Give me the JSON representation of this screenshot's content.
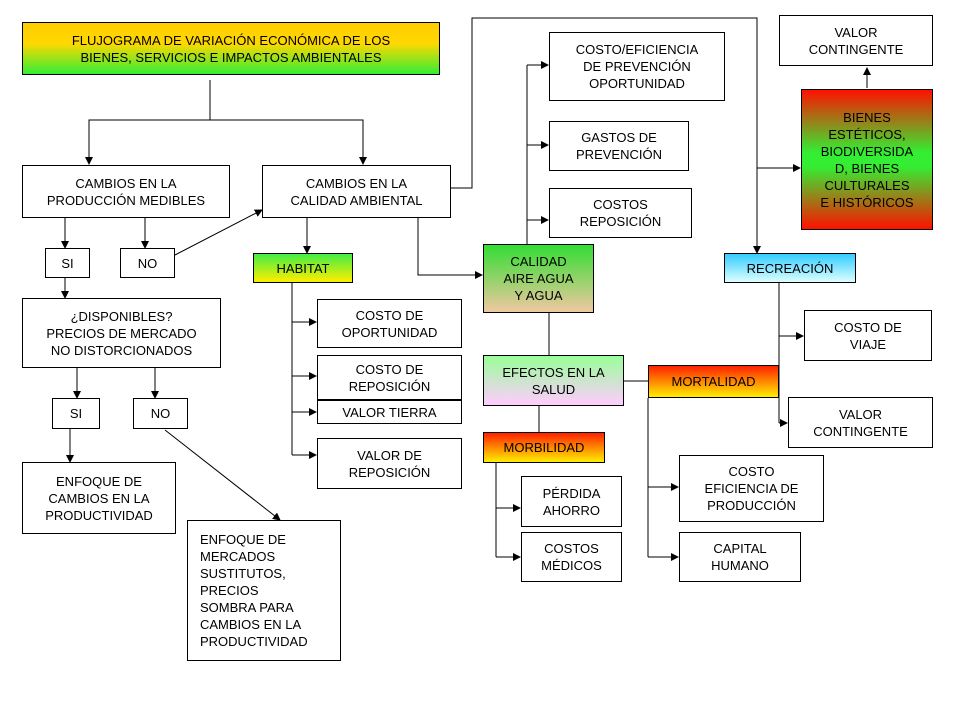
{
  "title": "FLUJOGRAMA DE VARIACIÓN ECONÓMICA DE LOS\nBIENES, SERVICIOS E IMPACTOS AMBIENTALES",
  "left": {
    "produccion": "CAMBIOS EN LA\nPRODUCCIÓN MEDIBLES",
    "si1": "SI",
    "no1": "NO",
    "disponibles": "¿DISPONIBLES?\nPRECIOS DE MERCADO\nNO DISTORCIONADOS",
    "si2": "SI",
    "no2": "NO",
    "enfoque_productividad": "ENFOQUE DE\nCAMBIOS EN LA\nPRODUCTIVIDAD",
    "enfoque_mercados": "ENFOQUE DE\nMERCADOS\nSUSTITUTOS,\nPRECIOS\nSOMBRA PARA\nCAMBIOS EN LA\nPRODUCTIVIDAD"
  },
  "middle": {
    "calidad_ambiental": "CAMBIOS EN LA\nCALIDAD AMBIENTAL",
    "habitat": "HABITAT",
    "costo_oportunidad": "COSTO DE\nOPORTUNIDAD",
    "costo_reposicion": "COSTO DE\nREPOSICIÓN",
    "valor_tierra": "VALOR TIERRA",
    "valor_reposicion": "VALOR DE\nREPOSICIÓN"
  },
  "center": {
    "costo_eficiencia_prevencion": "COSTO/EFICIENCIA\nDE PREVENCIÓN\nOPORTUNIDAD",
    "gastos_prevencion": "GASTOS DE\nPREVENCIÓN",
    "costos_reposicion": "COSTOS\nREPOSICIÓN",
    "calidad_aire": "CALIDAD\nAIRE AGUA\nY AGUA",
    "efectos_salud": "EFECTOS EN LA\nSALUD",
    "morbilidad": "MORBILIDAD",
    "perdida_ahorro": "PÉRDIDA\nAHORRO",
    "costos_medicos": "COSTOS\nMÉDICOS",
    "mortalidad": "MORTALIDAD",
    "costo_eficiencia_produccion": "COSTO\nEFICIENCIA DE\nPRODUCCIÓN",
    "capital_humano": "CAPITAL\nHUMANO"
  },
  "right": {
    "valor_contingente_top": "VALOR\nCONTINGENTE",
    "bienes_esteticos": "BIENES\nESTÉTICOS,\nBIODIVERSIDA\nD, BIENES\nCULTURALES\nE HISTÓRICOS",
    "recreacion": "RECREACIÓN",
    "costo_viaje": "COSTO DE\nVIAJE",
    "valor_contingente_bottom": "VALOR\nCONTINGENTE"
  },
  "colors": {
    "title_gradient": [
      "#ffcc00",
      "#33ee33"
    ],
    "habitat_gradient": [
      "#44ee44",
      "#ffee00"
    ],
    "calidad_gradient": [
      "#33dd33",
      "#f0c8a0"
    ],
    "salud_gradient": [
      "#99ff99",
      "#ffccff"
    ],
    "red_yellow_gradient": [
      "#ff2200",
      "#ffee00"
    ],
    "recreacion_gradient": [
      "#33ccff",
      "#ddffff"
    ],
    "bienes_gradient": [
      "#ff1100",
      "#33ee33",
      "#ff1100"
    ]
  }
}
